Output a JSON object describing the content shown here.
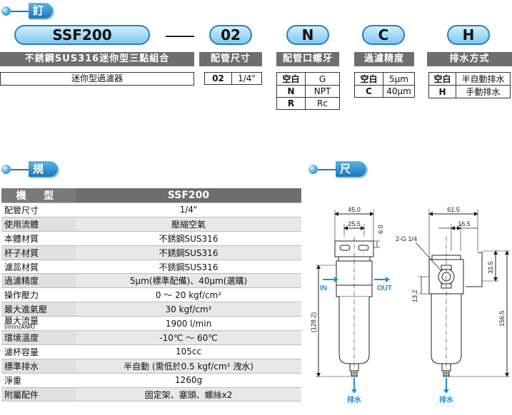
{
  "order_section": {
    "title": "訂購代號",
    "model_code": "SSF200",
    "model_desc_line1": "不銹鋼SUS316迷你型三點組合",
    "model_desc_line2": "迷你型過濾器",
    "port": {
      "code": "02",
      "title": "配管尺寸",
      "rows": [
        [
          "02",
          "1/4\""
        ]
      ]
    },
    "thread": {
      "code": "N",
      "title": "配管口螺牙",
      "rows": [
        [
          "空白",
          "G"
        ],
        [
          "N",
          "NPT"
        ],
        [
          "R",
          "Rc"
        ]
      ]
    },
    "filter": {
      "code": "C",
      "title": "過濾精度",
      "rows": [
        [
          "空白",
          "5μm"
        ],
        [
          "C",
          "40μm"
        ]
      ]
    },
    "drain": {
      "code": "H",
      "title": "排水方式",
      "rows": [
        [
          "空白",
          "半自動排水"
        ],
        [
          "H",
          "手動排水"
        ]
      ]
    }
  },
  "spec_section": {
    "title": "規格表",
    "header_label": "機 型",
    "header_value": "SSF200",
    "rows": [
      {
        "label": "配管尺寸",
        "value": "1/4\""
      },
      {
        "label": "使用流體",
        "value": "壓縮空氣"
      },
      {
        "label": "本體材質",
        "value": "不銹鋼SUS316"
      },
      {
        "label": "杯子材質",
        "value": "不銹鋼SUS316"
      },
      {
        "label": "濾蕊材質",
        "value": "不銹鋼SUS316"
      },
      {
        "label": "過濾精度",
        "value": "5μm(標準配備)、40μm(選購)"
      },
      {
        "label": "操作壓力",
        "value": "0 ～ 20 kgf/cm²"
      },
      {
        "label": "最大進氣壓",
        "value": "30 kgf/cm²"
      },
      {
        "label": "最大流量",
        "sublabel": "l/min(ANR)",
        "value": "1900 l/min"
      },
      {
        "label": "環境溫度",
        "value": "-10℃ ～ 60℃"
      },
      {
        "label": "濾杯容量",
        "value": "105cc"
      },
      {
        "label": "標準排水",
        "value": "半自動 (需低於0.5 kgf/cm² 洩水)"
      },
      {
        "label": "淨重",
        "value": "1260g"
      },
      {
        "label": "附屬配件",
        "value": "固定架、塞頭、螺絲x2"
      }
    ]
  },
  "dimension_section": {
    "title": "尺寸圖",
    "front": {
      "width": "45.0",
      "inner": "25.5",
      "top": "6.0",
      "height": "(128.2)",
      "offset": "13.2",
      "in": "IN",
      "out": "OUT",
      "drain": "排水"
    },
    "side": {
      "width": "61.5",
      "half": "16.5",
      "port": "2-G 1/4",
      "bracket": "33.5",
      "total": "156.5",
      "drain": "排水"
    }
  },
  "colors": {
    "accent_blue": "#1d78b8",
    "pill_light": "#cfeeff",
    "header_gray": "#6e6e6e",
    "arrow_blue": "#1e90d6"
  }
}
